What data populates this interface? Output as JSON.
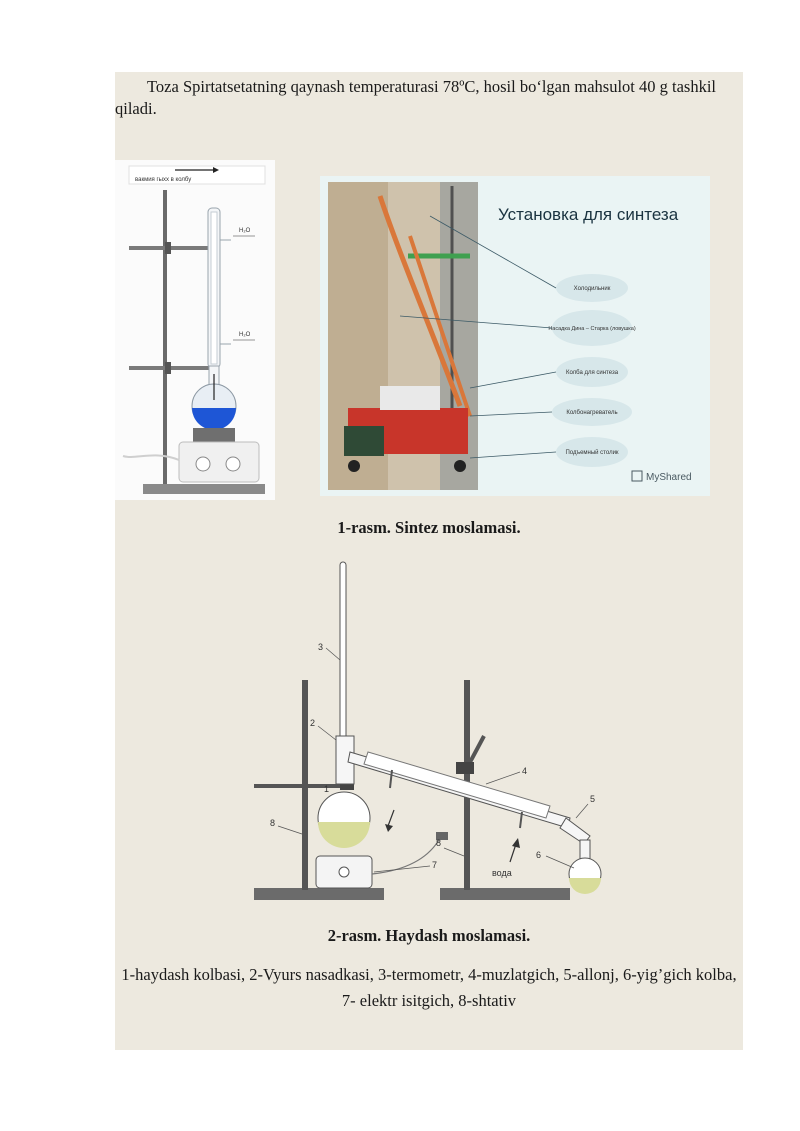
{
  "paragraph": {
    "text": "Toza Spirtatsetatning qaynash temperaturasi 78ºC, hosil boʻlgan mahsulot 40 g tashkil qiladi."
  },
  "figure1": {
    "left_image": {
      "banner_text": "вакмия гыхх в колбу",
      "h2o_top": "H₂O",
      "h2o_bottom": "H₂O"
    },
    "right_image": {
      "title": "Установка для синтеза",
      "labels": [
        "Холодильник",
        "Насадка Дина – Старка (ловушка)",
        "Колба для синтеза",
        "Колбонагреватель",
        "Подъемный столик"
      ],
      "watermark": "MyShared"
    },
    "caption": "1-rasm. Sintez moslamasi."
  },
  "figure2": {
    "numbers": [
      "1",
      "2",
      "3",
      "4",
      "5",
      "6",
      "7",
      "8",
      "8"
    ],
    "water_label": "вода",
    "caption": "2-rasm. Haydash moslamasi."
  },
  "legend": {
    "text": "1-haydash kolbasi, 2-Vyurs nasadkasi, 3-termometr, 4-muzlatgich, 5-allonj, 6-yig’gich kolba, 7- elektr isitgich, 8-shtativ"
  },
  "colors": {
    "page_bg": "#ede9df",
    "flask_liquid": "#1e56d6",
    "condenser_tube": "#d9773a"
  }
}
